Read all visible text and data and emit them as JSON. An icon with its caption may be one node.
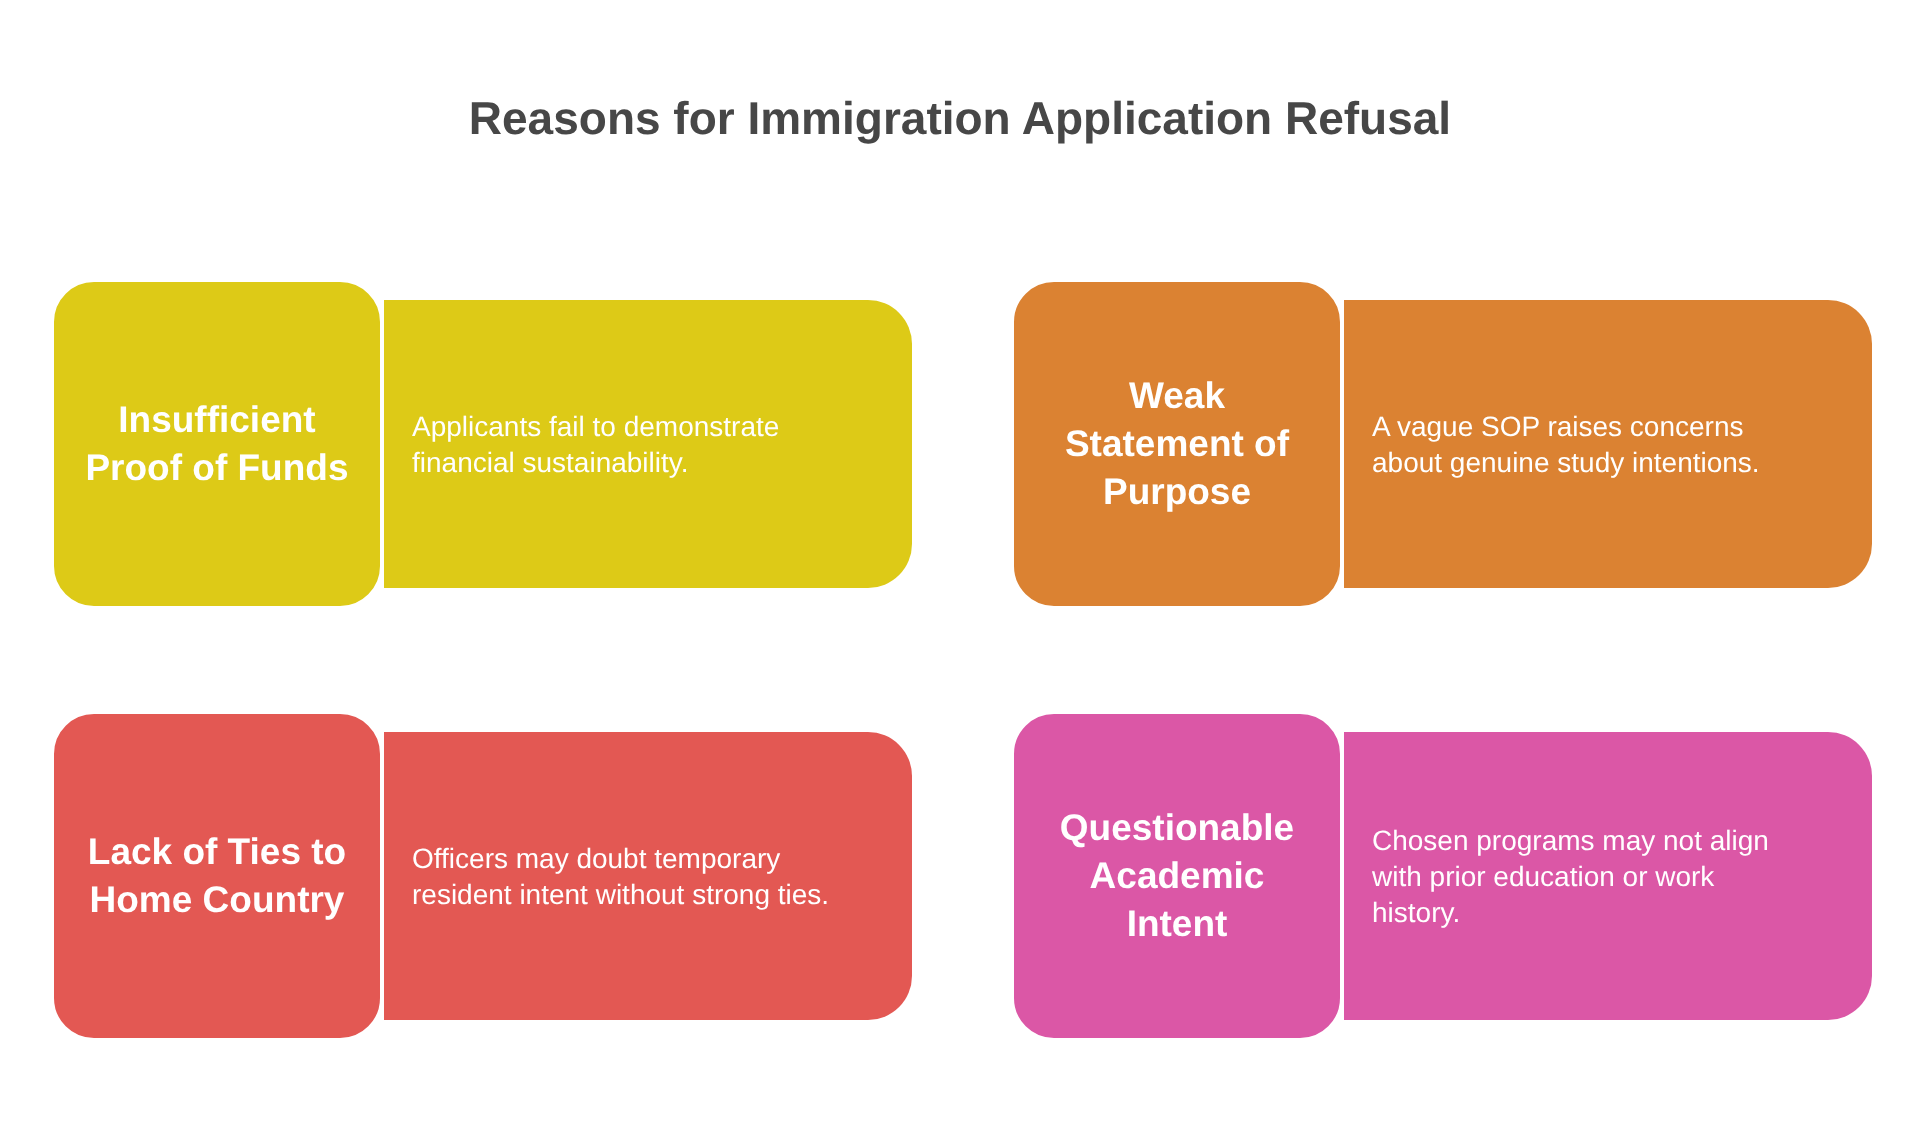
{
  "diagram": {
    "title": "Reasons for Immigration Application Refusal",
    "nodes": [
      {
        "text": [
          "Insufficient Proof of Funds"
        ]
      },
      {
        "text": [
          "Applicants fail to demonstrate financial sustainability."
        ]
      },
      {
        "text": [
          "Weak Statement of Purpose"
        ]
      },
      {
        "text": [
          "A vague SOP raises concerns about genuine study intentions."
        ]
      },
      {
        "text": [
          "Lack of Ties to Home Country"
        ]
      },
      {
        "text": [
          "Officers may doubt temporary resident intent without strong ties."
        ]
      },
      {
        "text": [
          "Questionable Academic Intent"
        ]
      },
      {
        "text": [
          "Chosen programs may not align with prior education or work history."
        ]
      }
    ]
  }
}
